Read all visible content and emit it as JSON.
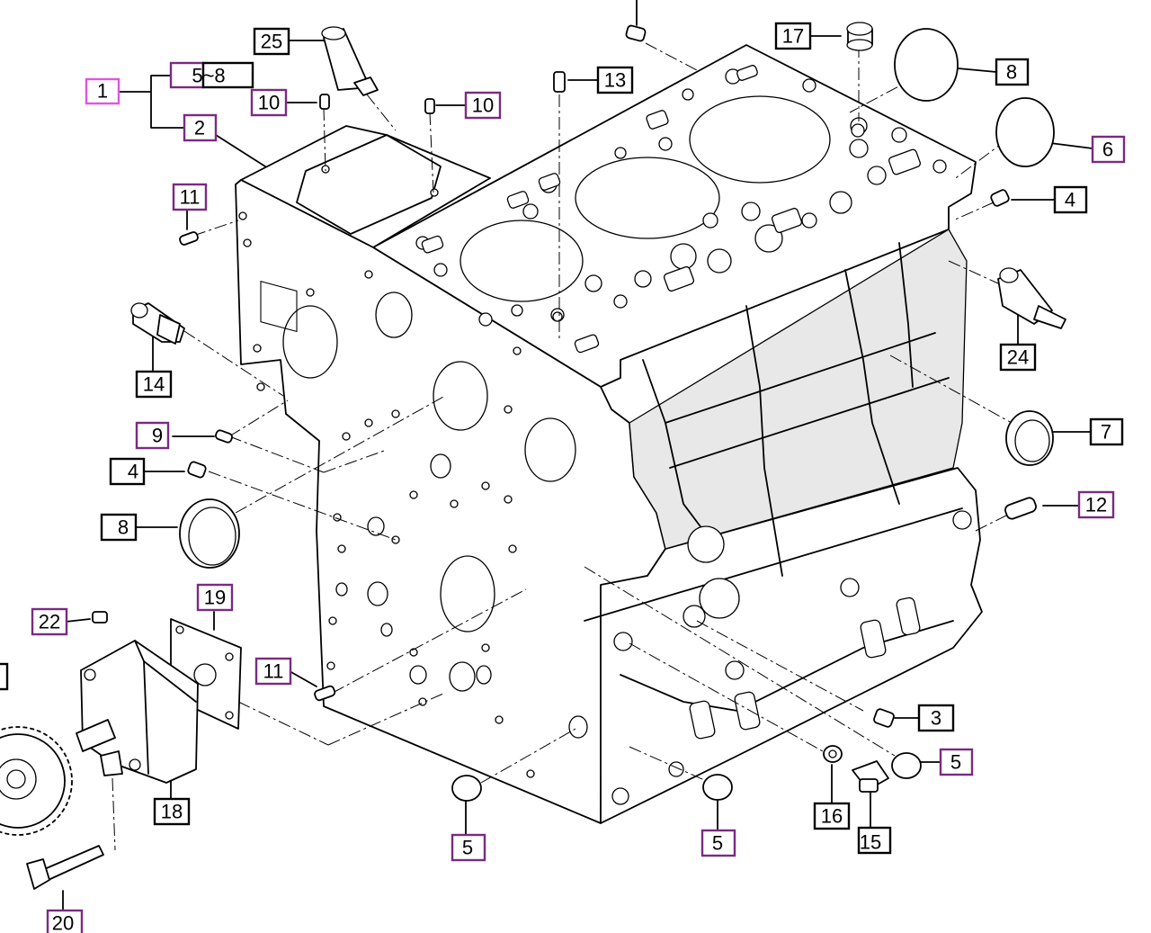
{
  "callouts": [
    {
      "id": "c1",
      "text": "1",
      "style": "pink"
    },
    {
      "id": "c58",
      "text": "5~8",
      "style": "black"
    },
    {
      "id": "c2",
      "text": "2",
      "style": "purple"
    },
    {
      "id": "c25",
      "text": "25",
      "style": "black"
    },
    {
      "id": "c10a",
      "text": "10",
      "style": "purple"
    },
    {
      "id": "c10b",
      "text": "10",
      "style": "purple"
    },
    {
      "id": "c13",
      "text": "13",
      "style": "black"
    },
    {
      "id": "c17",
      "text": "17",
      "style": "black"
    },
    {
      "id": "c8a",
      "text": "8",
      "style": "black"
    },
    {
      "id": "c6",
      "text": "6",
      "style": "purple"
    },
    {
      "id": "c4a",
      "text": "4",
      "style": "black"
    },
    {
      "id": "c11a",
      "text": "11",
      "style": "purple"
    },
    {
      "id": "c24",
      "text": "24",
      "style": "black"
    },
    {
      "id": "c14",
      "text": "14",
      "style": "black"
    },
    {
      "id": "c9",
      "text": "9",
      "style": "purple"
    },
    {
      "id": "c7",
      "text": "7",
      "style": "black"
    },
    {
      "id": "c4b",
      "text": "4",
      "style": "black"
    },
    {
      "id": "c12",
      "text": "12",
      "style": "purple"
    },
    {
      "id": "c8b",
      "text": "8",
      "style": "black"
    },
    {
      "id": "c22",
      "text": "22",
      "style": "purple"
    },
    {
      "id": "c19",
      "text": "19",
      "style": "purple"
    },
    {
      "id": "c11b",
      "text": "11",
      "style": "purple"
    },
    {
      "id": "c3",
      "text": "3",
      "style": "black"
    },
    {
      "id": "c5a",
      "text": "5",
      "style": "purple"
    },
    {
      "id": "c18",
      "text": "18",
      "style": "black"
    },
    {
      "id": "c16",
      "text": "16",
      "style": "black"
    },
    {
      "id": "c15",
      "text": "15",
      "style": "black"
    },
    {
      "id": "c5b",
      "text": "5",
      "style": "purple"
    },
    {
      "id": "c5c",
      "text": "5",
      "style": "purple"
    },
    {
      "id": "c20",
      "text": "20",
      "style": "purple"
    }
  ],
  "colors": {
    "black": "#000000",
    "purple": "#7a2a82",
    "pink": "#e055e0"
  }
}
